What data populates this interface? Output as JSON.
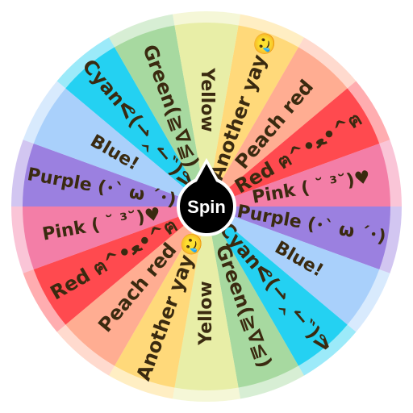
{
  "wheel": {
    "segments": [
      {
        "label": "Another yay🥲",
        "color": "#ffd97a"
      },
      {
        "label": "Peach red",
        "color": "#ffad92"
      },
      {
        "label": "Red ฅ^•ﻌ•^ฅ",
        "color": "#ff4a4f"
      },
      {
        "label": "Pink ( ˘ ³˘)♥︎",
        "color": "#f37ea7"
      },
      {
        "label": "Purple (･ˋ ω ˊ･)",
        "color": "#9b80e0"
      },
      {
        "label": "Blue!",
        "color": "#a9d0fb"
      },
      {
        "label": "Cyanᕙ(⇀‸↼‶)ᕗ",
        "color": "#24d1f2"
      },
      {
        "label": "Green(≧∇≦)",
        "color": "#a7d9a0"
      },
      {
        "label": "Yellow",
        "color": "#e8eea7"
      },
      {
        "label": "Another yay🥲",
        "color": "#ffd97a"
      },
      {
        "label": "Peach red",
        "color": "#ffad92"
      },
      {
        "label": "Red ฅ^•ﻌ•^ฅ",
        "color": "#ff4a4f"
      },
      {
        "label": "Pink ( ˘ ³˘)♥︎",
        "color": "#f37ea7"
      },
      {
        "label": "Purple (･ˋ ω ˊ･)",
        "color": "#9b80e0"
      },
      {
        "label": "Blue!",
        "color": "#a9d0fb"
      },
      {
        "label": "Cyanᕙ(⇀‸↼‶)ᕗ",
        "color": "#24d1f2"
      },
      {
        "label": "Green(≧∇≦)",
        "color": "#a7d9a0"
      },
      {
        "label": "Yellow",
        "color": "#e8eea7"
      }
    ]
  },
  "spin_button": {
    "label": "Spin",
    "color": "#000000",
    "text_color": "#ffffff"
  }
}
